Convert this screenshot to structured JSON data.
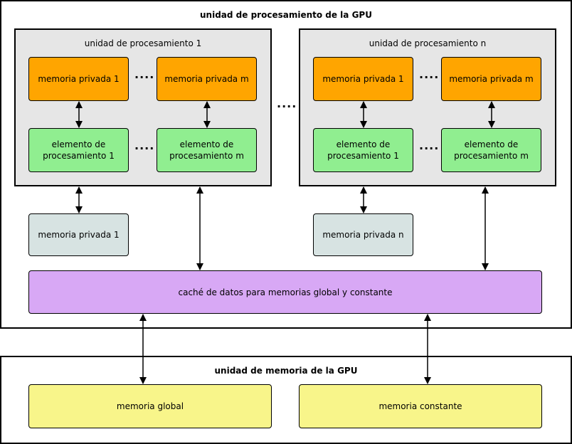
{
  "processing_unit_gpu": {
    "title": "unidad de procesamiento de la GPU",
    "units": [
      {
        "title": "unidad de procesamiento 1",
        "private_memory_first": "memoria privada 1",
        "private_memory_last": "memoria privada m",
        "element_first": "elemento de procesamiento 1",
        "element_last": "elemento de procesamiento m"
      },
      {
        "title": "unidad de procesamiento n",
        "private_memory_first": "memoria privada 1",
        "private_memory_last": "memoria privada m",
        "element_first": "elemento de procesamiento 1",
        "element_last": "elemento de procesamiento m"
      }
    ],
    "unit_private_memories": [
      "memoria privada 1",
      "memoria privada n"
    ],
    "cache": "caché de datos para memorias global y constante",
    "ellipsis": "····"
  },
  "memory_unit_gpu": {
    "title": "unidad de memoria de la GPU",
    "global_memory": "memoria global",
    "constant_memory": "memoria constante"
  },
  "colors": {
    "private_memory": "#ffa500",
    "processing_element": "#90ee90",
    "unit_private_memory": "#d7e3e2",
    "cache": "#d8a8f5",
    "device_memory": "#f8f58a",
    "unit_background": "#e6e6e6"
  }
}
